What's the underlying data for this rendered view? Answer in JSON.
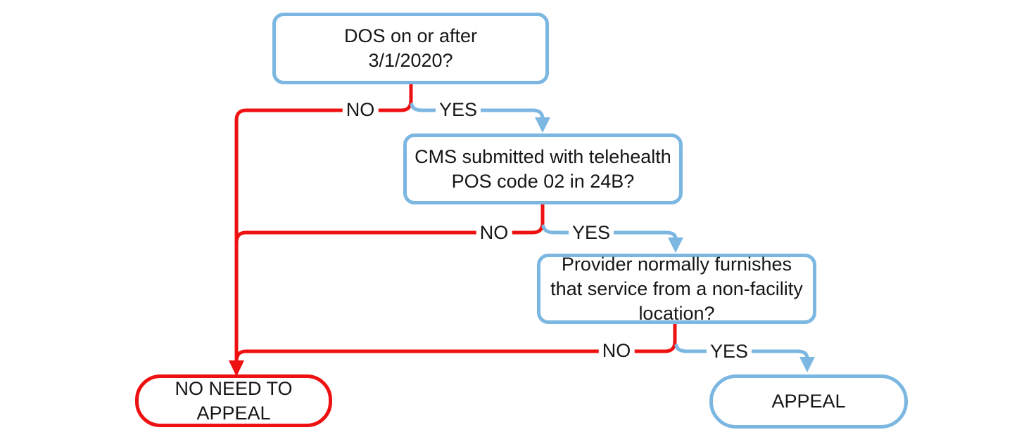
{
  "colors": {
    "line_red": "#EE1111",
    "line_blue": "#7CB7E2",
    "text": "#161616",
    "background": "#FFFFFF"
  },
  "nodes": {
    "q1": {
      "label": "DOS on or after\n3/1/2020?"
    },
    "q2": {
      "label": "CMS submitted with telehealth\nPOS code 02 in 24B?"
    },
    "q3": {
      "label": "Provider normally furnishes\nthat service from a non-facility\nlocation?"
    },
    "no_appeal": {
      "label": "NO NEED TO\nAPPEAL"
    },
    "appeal": {
      "label": "APPEAL"
    }
  },
  "branch_labels": {
    "no": "NO",
    "yes": "YES"
  }
}
